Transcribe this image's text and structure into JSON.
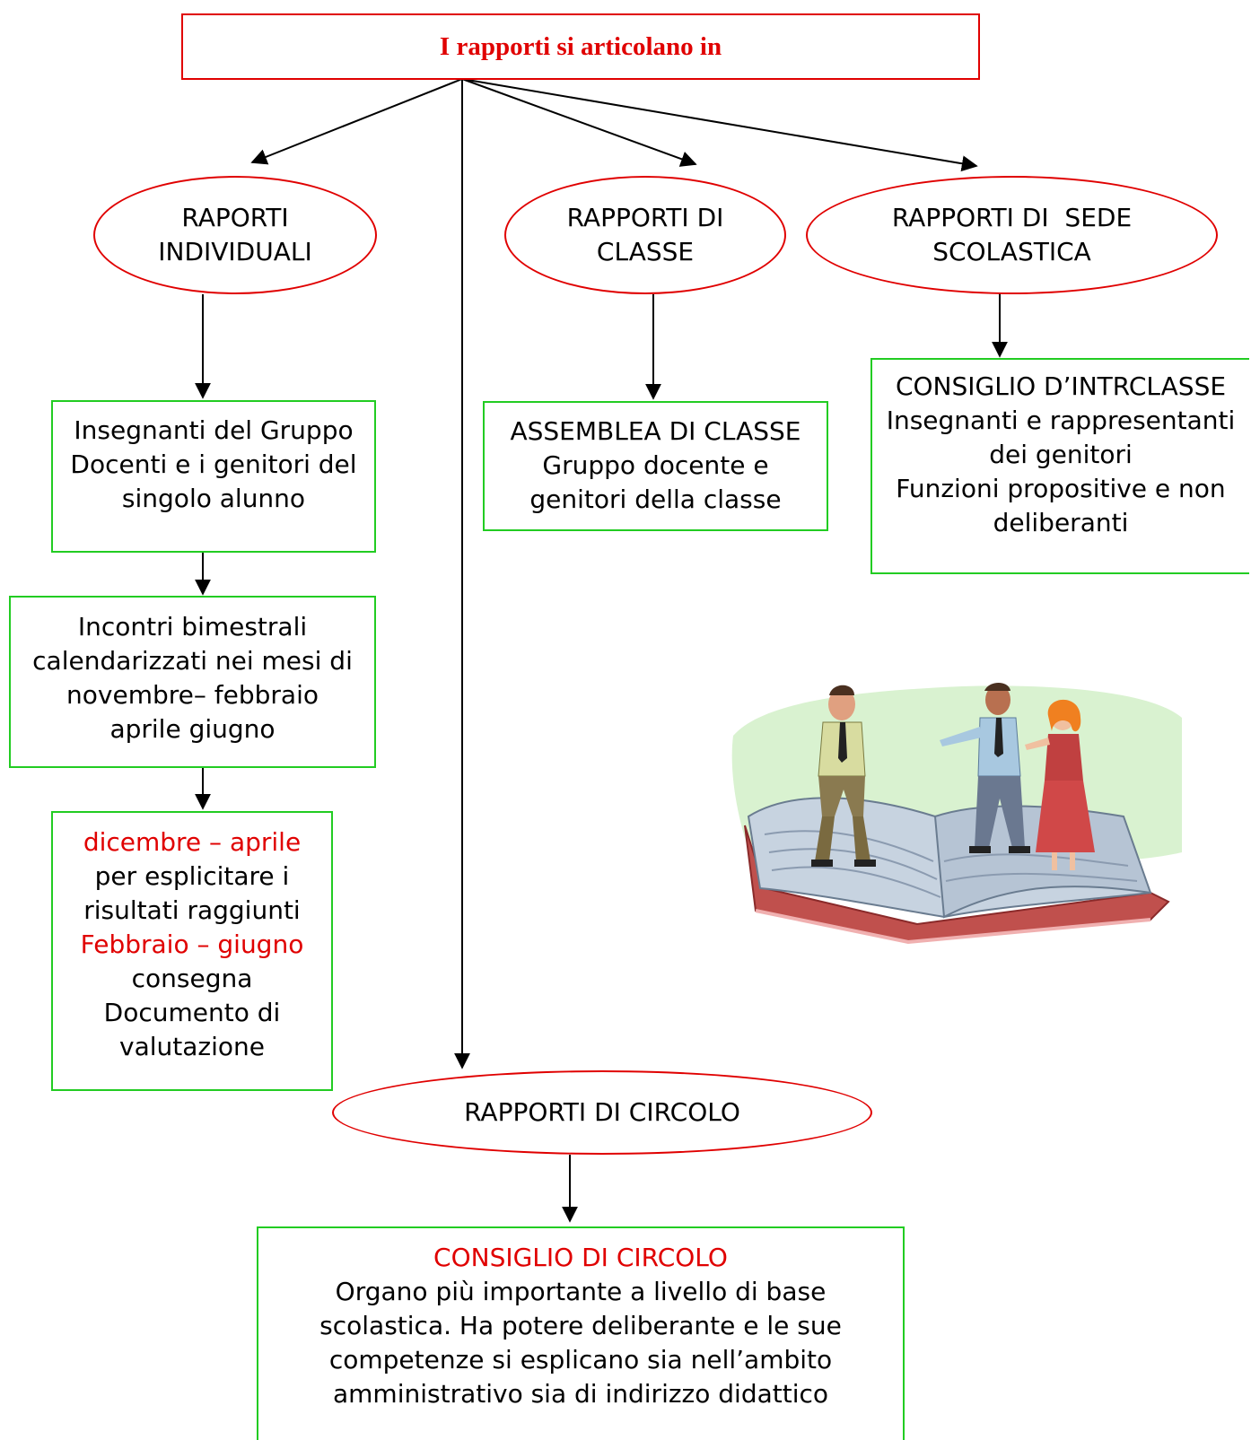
{
  "title": "I rapporti si articolano in",
  "nodes": {
    "individuali": {
      "lines": [
        "RAPORTI",
        "INDIVIDUALI"
      ]
    },
    "classe": {
      "lines": [
        "RAPPORTI DI",
        "CLASSE"
      ]
    },
    "sede": {
      "lines": [
        "RAPPORTI DI  SEDE",
        "SCOLASTICA"
      ]
    },
    "circolo": {
      "lines": [
        "RAPPORTI DI CIRCOLO"
      ]
    }
  },
  "boxes": {
    "insegnanti_gruppo": {
      "lines": [
        "Insegnanti del Gruppo",
        "Docenti e i genitori del",
        "singolo alunno"
      ]
    },
    "incontri": {
      "lines": [
        "Incontri bimestrali",
        "calendarizzati nei mesi di",
        "novembre– febbraio",
        "aprile giugno"
      ]
    },
    "dicembre": {
      "line1": "dicembre – aprile",
      "line2": "per esplicitare i",
      "line3": "risultati raggiunti",
      "line4": "Febbraio – giugno",
      "line5": "consegna",
      "line6": "Documento di",
      "line7": "valutazione"
    },
    "assemblea": {
      "lines": [
        "ASSEMBLEA DI CLASSE",
        "Gruppo docente e",
        "genitori della classe"
      ]
    },
    "intrclasse": {
      "lines": [
        "CONSIGLIO D’INTRCLASSE",
        "Insegnanti e rappresentanti",
        "dei genitori",
        "Funzioni propositive e non",
        "deliberanti"
      ]
    },
    "consiglio_circolo": {
      "heading": "CONSIGLIO DI CIRCOLO",
      "lines": [
        "Organo più importante a livello di base",
        "scolastica. Ha potere deliberante e le sue",
        "competenze si esplicano sia nell’ambito",
        "amministrativo sia di indirizzo didattico"
      ]
    }
  },
  "colors": {
    "ellipse_border": "#e00000",
    "box_border": "#22cc22",
    "accent_text": "#e00000"
  },
  "illustration": "people-on-open-book-clipart"
}
